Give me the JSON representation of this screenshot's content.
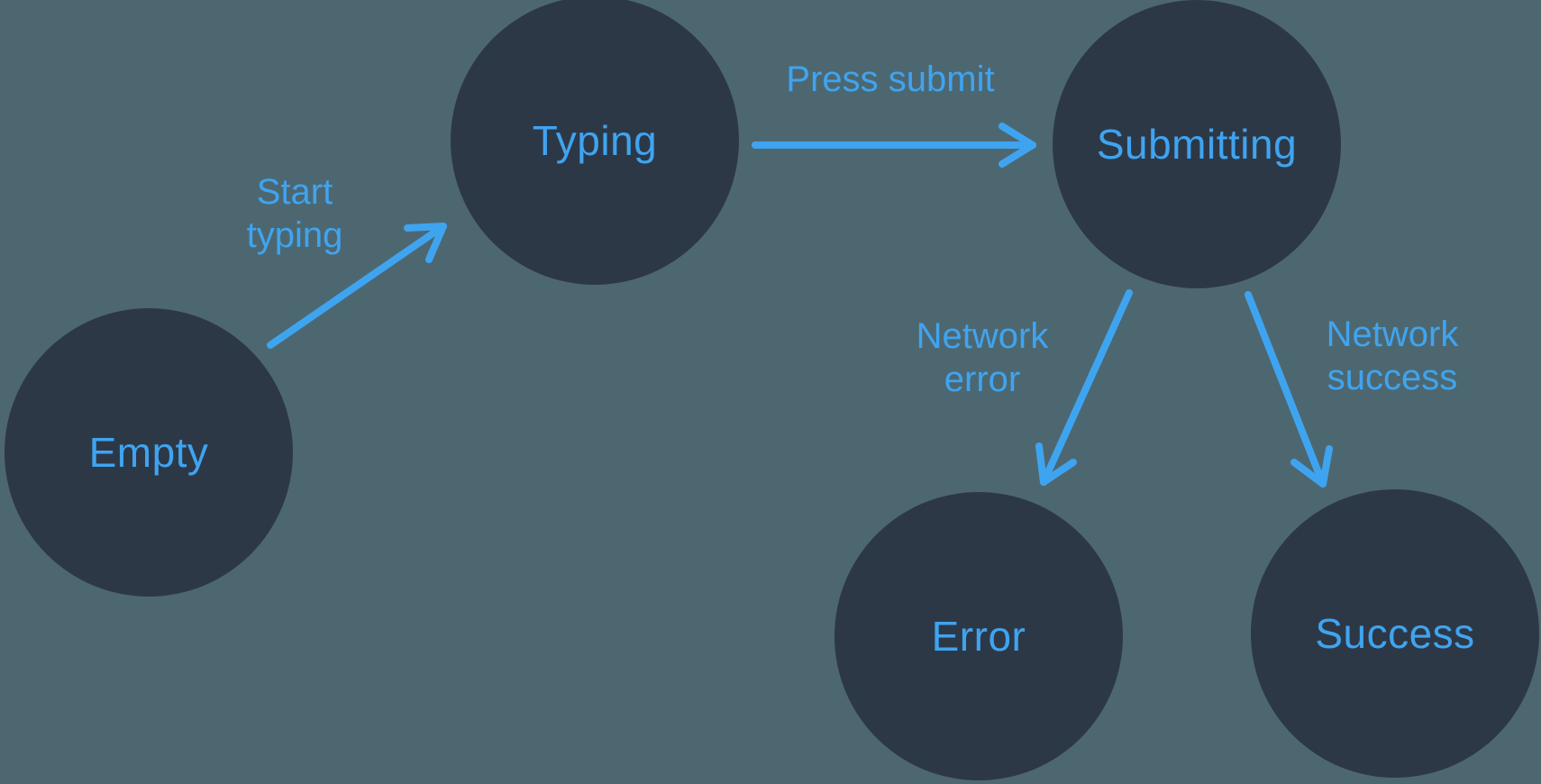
{
  "diagram": {
    "type": "state-machine",
    "colors": {
      "background": "#4d6771",
      "node_fill": "#2d3847",
      "accent_blue": "#3fa4f0"
    },
    "states": [
      {
        "id": "empty",
        "label": "Empty"
      },
      {
        "id": "typing",
        "label": "Typing"
      },
      {
        "id": "submitting",
        "label": "Submitting"
      },
      {
        "id": "error",
        "label": "Error"
      },
      {
        "id": "success",
        "label": "Success"
      }
    ],
    "transitions": [
      {
        "id": "start-typing",
        "from": "empty",
        "to": "typing",
        "label": "Start typing",
        "lines": [
          "Start",
          "typing"
        ]
      },
      {
        "id": "press-submit",
        "from": "typing",
        "to": "submitting",
        "label": "Press submit",
        "lines": [
          "Press submit"
        ]
      },
      {
        "id": "network-error",
        "from": "submitting",
        "to": "error",
        "label": "Network error",
        "lines": [
          "Network",
          "error"
        ]
      },
      {
        "id": "network-success",
        "from": "submitting",
        "to": "success",
        "label": "Network success",
        "lines": [
          "Network",
          "success"
        ]
      }
    ]
  }
}
